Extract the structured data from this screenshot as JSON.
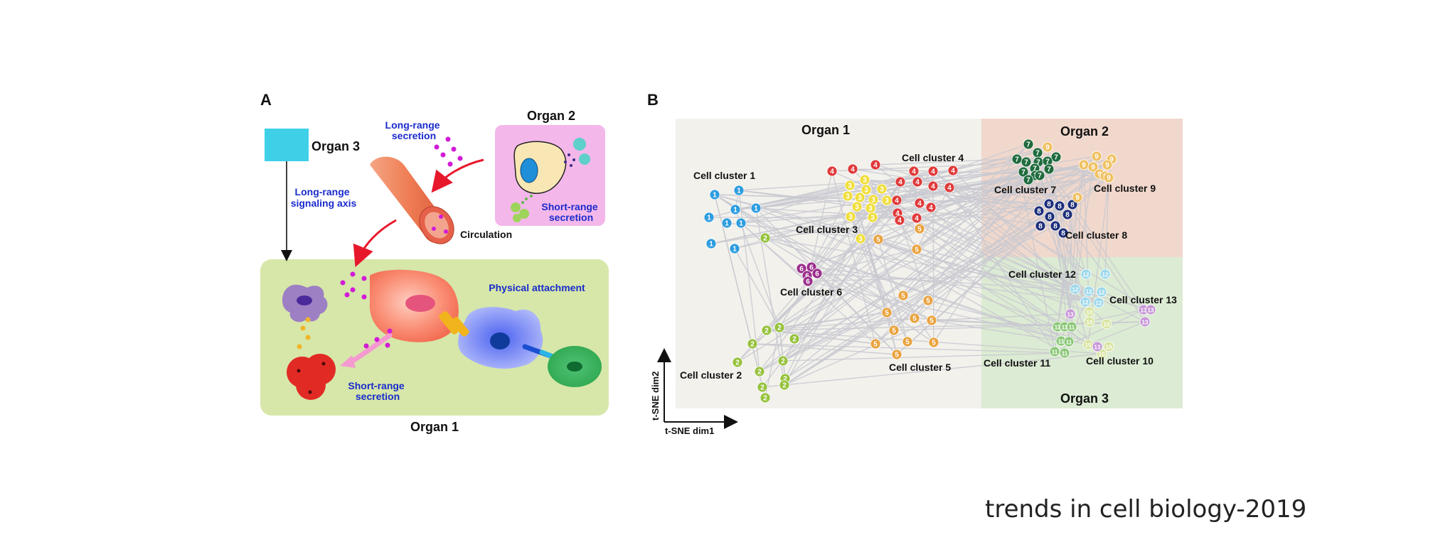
{
  "panel_a": {
    "letter": "A",
    "organ1": "Organ 1",
    "organ2": "Organ 2",
    "organ3": "Organ 3",
    "long_range_top": [
      "Long-range",
      "secretion"
    ],
    "long_range_axis": [
      "Long-range",
      "signaling axis"
    ],
    "short_range_organ2": [
      "Short-range",
      "secretion"
    ],
    "short_range_organ1": [
      "Short-range",
      "secretion"
    ],
    "circulation": "Circulation",
    "physical_attachment": "Physical attachment",
    "colors": {
      "organ1_bg": "#d6e7a9",
      "organ2_bg": "#f3b7ea",
      "organ3_box": "#3fd0e8",
      "arrow": "#e8182c",
      "label_blue": "#1a2bcc"
    }
  },
  "panel_b": {
    "letter": "B",
    "organ1": "Organ 1",
    "organ2": "Organ 2",
    "organ3": "Organ 3",
    "xaxis": "t-SNE dim1",
    "yaxis": "t-SNE dim2",
    "colors": {
      "organ1_bg": "#f2f1ec",
      "organ2_bg": "#f1d8cc",
      "organ3_bg": "#dcebd3",
      "edge": "#c9c9d1"
    },
    "clusters": [
      {
        "id": "1",
        "label": "Cell cluster 1",
        "color": "#2e9de0"
      },
      {
        "id": "2",
        "label": "Cell cluster 2",
        "color": "#96c23c"
      },
      {
        "id": "3",
        "label": "Cell cluster 3",
        "color": "#f0de3a"
      },
      {
        "id": "4",
        "label": "Cell cluster 4",
        "color": "#e03a3a"
      },
      {
        "id": "5",
        "label": "Cell cluster 5",
        "color": "#e9a23c"
      },
      {
        "id": "6",
        "label": "Cell cluster 6",
        "color": "#9b2e8c"
      },
      {
        "id": "7",
        "label": "Cell cluster 7",
        "color": "#1f6b3d"
      },
      {
        "id": "8",
        "label": "Cell cluster 8",
        "color": "#1c2f7a"
      },
      {
        "id": "9",
        "label": "Cell cluster 9",
        "color": "#f0c060"
      },
      {
        "id": "10",
        "label": "Cell cluster 10",
        "color": "#d8e4a0"
      },
      {
        "id": "11",
        "label": "Cell cluster 11",
        "color": "#8cc878"
      },
      {
        "id": "12",
        "label": "Cell cluster 12",
        "color": "#9cd8ec"
      },
      {
        "id": "13",
        "label": "Cell cluster 13",
        "color": "#c898d8"
      }
    ]
  },
  "footer": "trends in cell biology-2019"
}
